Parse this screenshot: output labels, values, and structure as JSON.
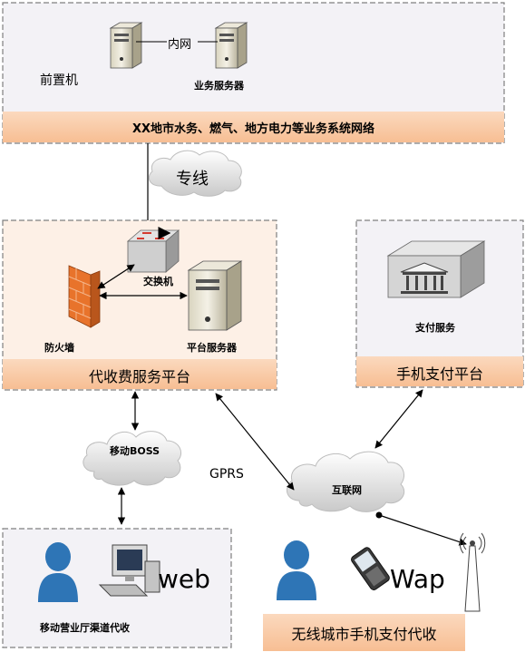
{
  "top_zone": {
    "front_label": "前置机",
    "intranet_label": "内网",
    "business_server_label": "业务服务器",
    "network_band_label": "XX地市水务、燃气、地方电力等业务系统网络"
  },
  "dedicated_line": {
    "label": "专线"
  },
  "agency_platform": {
    "switch_label": "交换机",
    "firewall_label": "防火墙",
    "platform_server_label": "平台服务器",
    "band_label": "代收费服务平台"
  },
  "mobile_payment_platform": {
    "service_label": "支付服务",
    "band_label": "手机支付平台"
  },
  "clouds": {
    "boss_label": "移动BOSS",
    "internet_label": "互联网"
  },
  "gprs_label": "GPRS",
  "hall_zone": {
    "web_label": "web",
    "band_label": "移动营业厅渠道代收"
  },
  "wireless_zone": {
    "wap_label": "Wap",
    "band_label": "无线城市手机支付代收"
  },
  "colors": {
    "zone_fill": "#F3F2F6",
    "band_fill": "#F9CBA8",
    "dash": "#7F7F7F",
    "line": "#000000",
    "person": "#2E75B6",
    "firewall": "#E8732B"
  }
}
